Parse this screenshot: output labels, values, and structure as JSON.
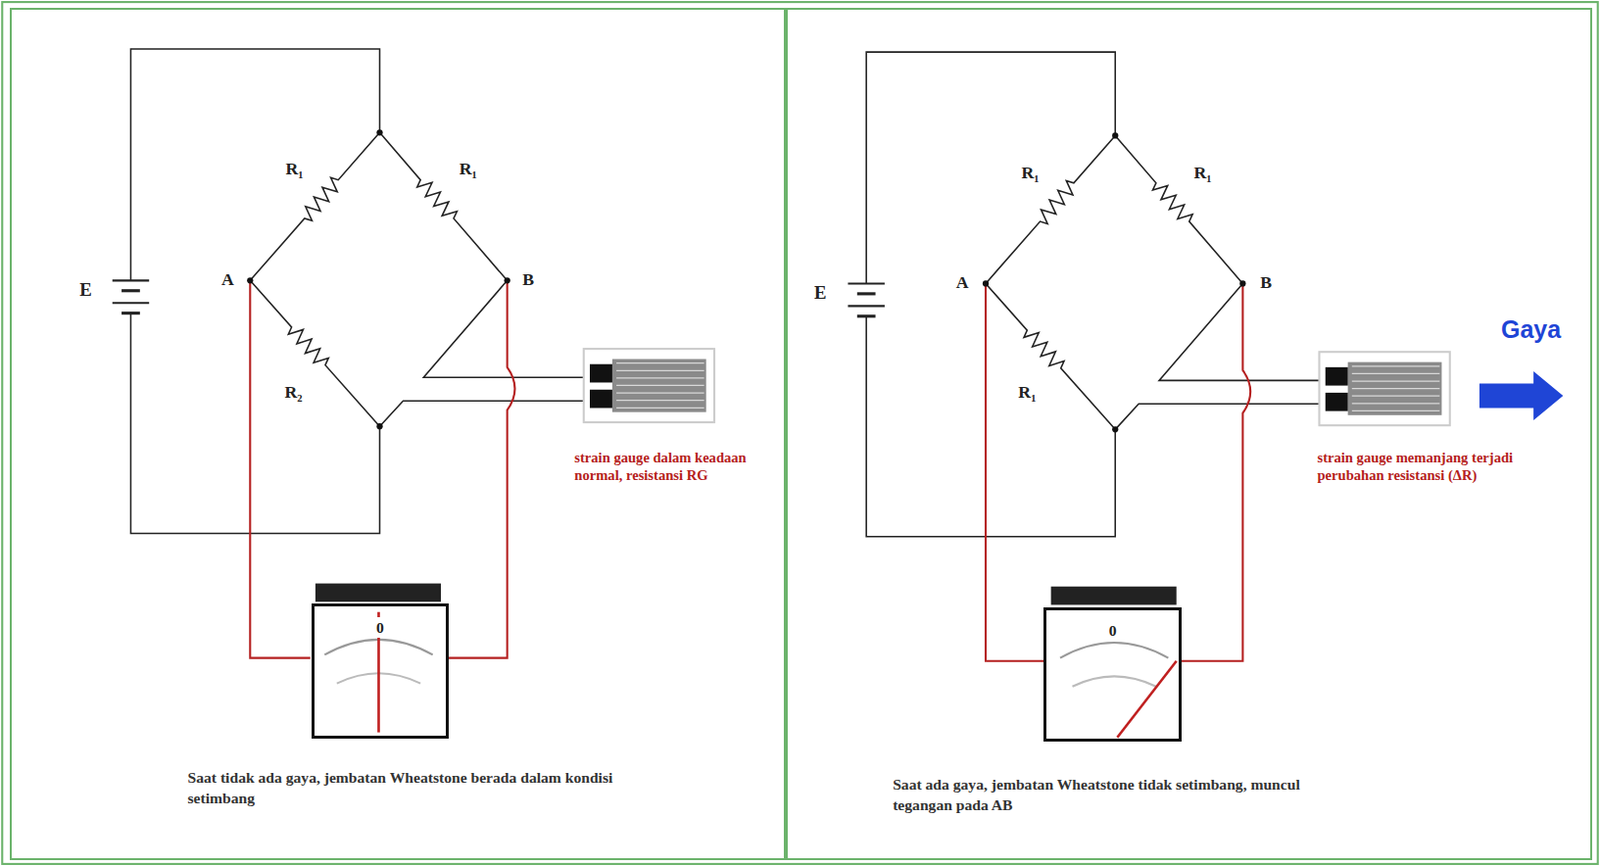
{
  "diagram": {
    "nodes": [
      {
        "text": [
          "Saat tidak ada gaya, jembatan Wheatstone berada dalam kondisi setimbang"
        ]
      },
      {
        "text": [
          "0"
        ],
        "in": 0
      },
      {
        "text": [
          "Saat ada gaya, jembatan Wheatstone tidak setimbang, muncul tegangan pada AB"
        ]
      },
      {
        "text": [
          "0"
        ],
        "in": 2
      }
    ],
    "labels": [
      "R₁",
      "R₁",
      "E",
      "A",
      "B",
      "R₂",
      "strain gauge dalam keadaan normal, resistansi RG",
      "R₁",
      "R₁",
      "E",
      "A",
      "B",
      "R₁",
      "Gaya",
      "strain gauge memanjang terjadi perubahan resistansi (ΔR)"
    ]
  }
}
